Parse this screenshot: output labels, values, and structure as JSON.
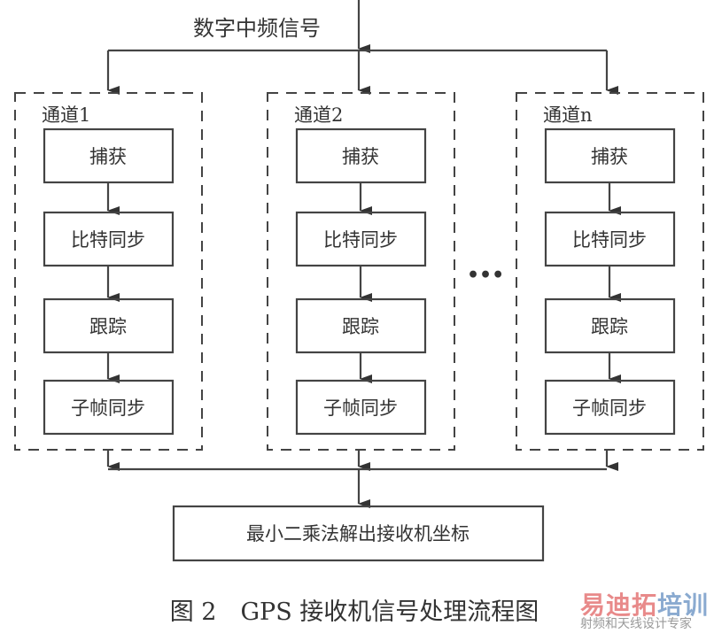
{
  "input_label": "数字中频信号",
  "channels": [
    {
      "title": "通道1",
      "steps": [
        "捕获",
        "比特同步",
        "跟踪",
        "子帧同步"
      ]
    },
    {
      "title": "通道2",
      "steps": [
        "捕获",
        "比特同步",
        "跟踪",
        "子帧同步"
      ]
    },
    {
      "title": "通道n",
      "steps": [
        "捕获",
        "比特同步",
        "跟踪",
        "子帧同步"
      ]
    }
  ],
  "ellipsis": "•••",
  "output_box": "最小二乘法解出接收机坐标",
  "caption": "图 2　GPS 接收机信号处理流程图",
  "watermark": {
    "brand_red": "易迪拓",
    "brand_blue": "培训",
    "tagline": "射频和天线设计专家",
    "red": "#e88a8a",
    "blue": "#8aaad0"
  }
}
